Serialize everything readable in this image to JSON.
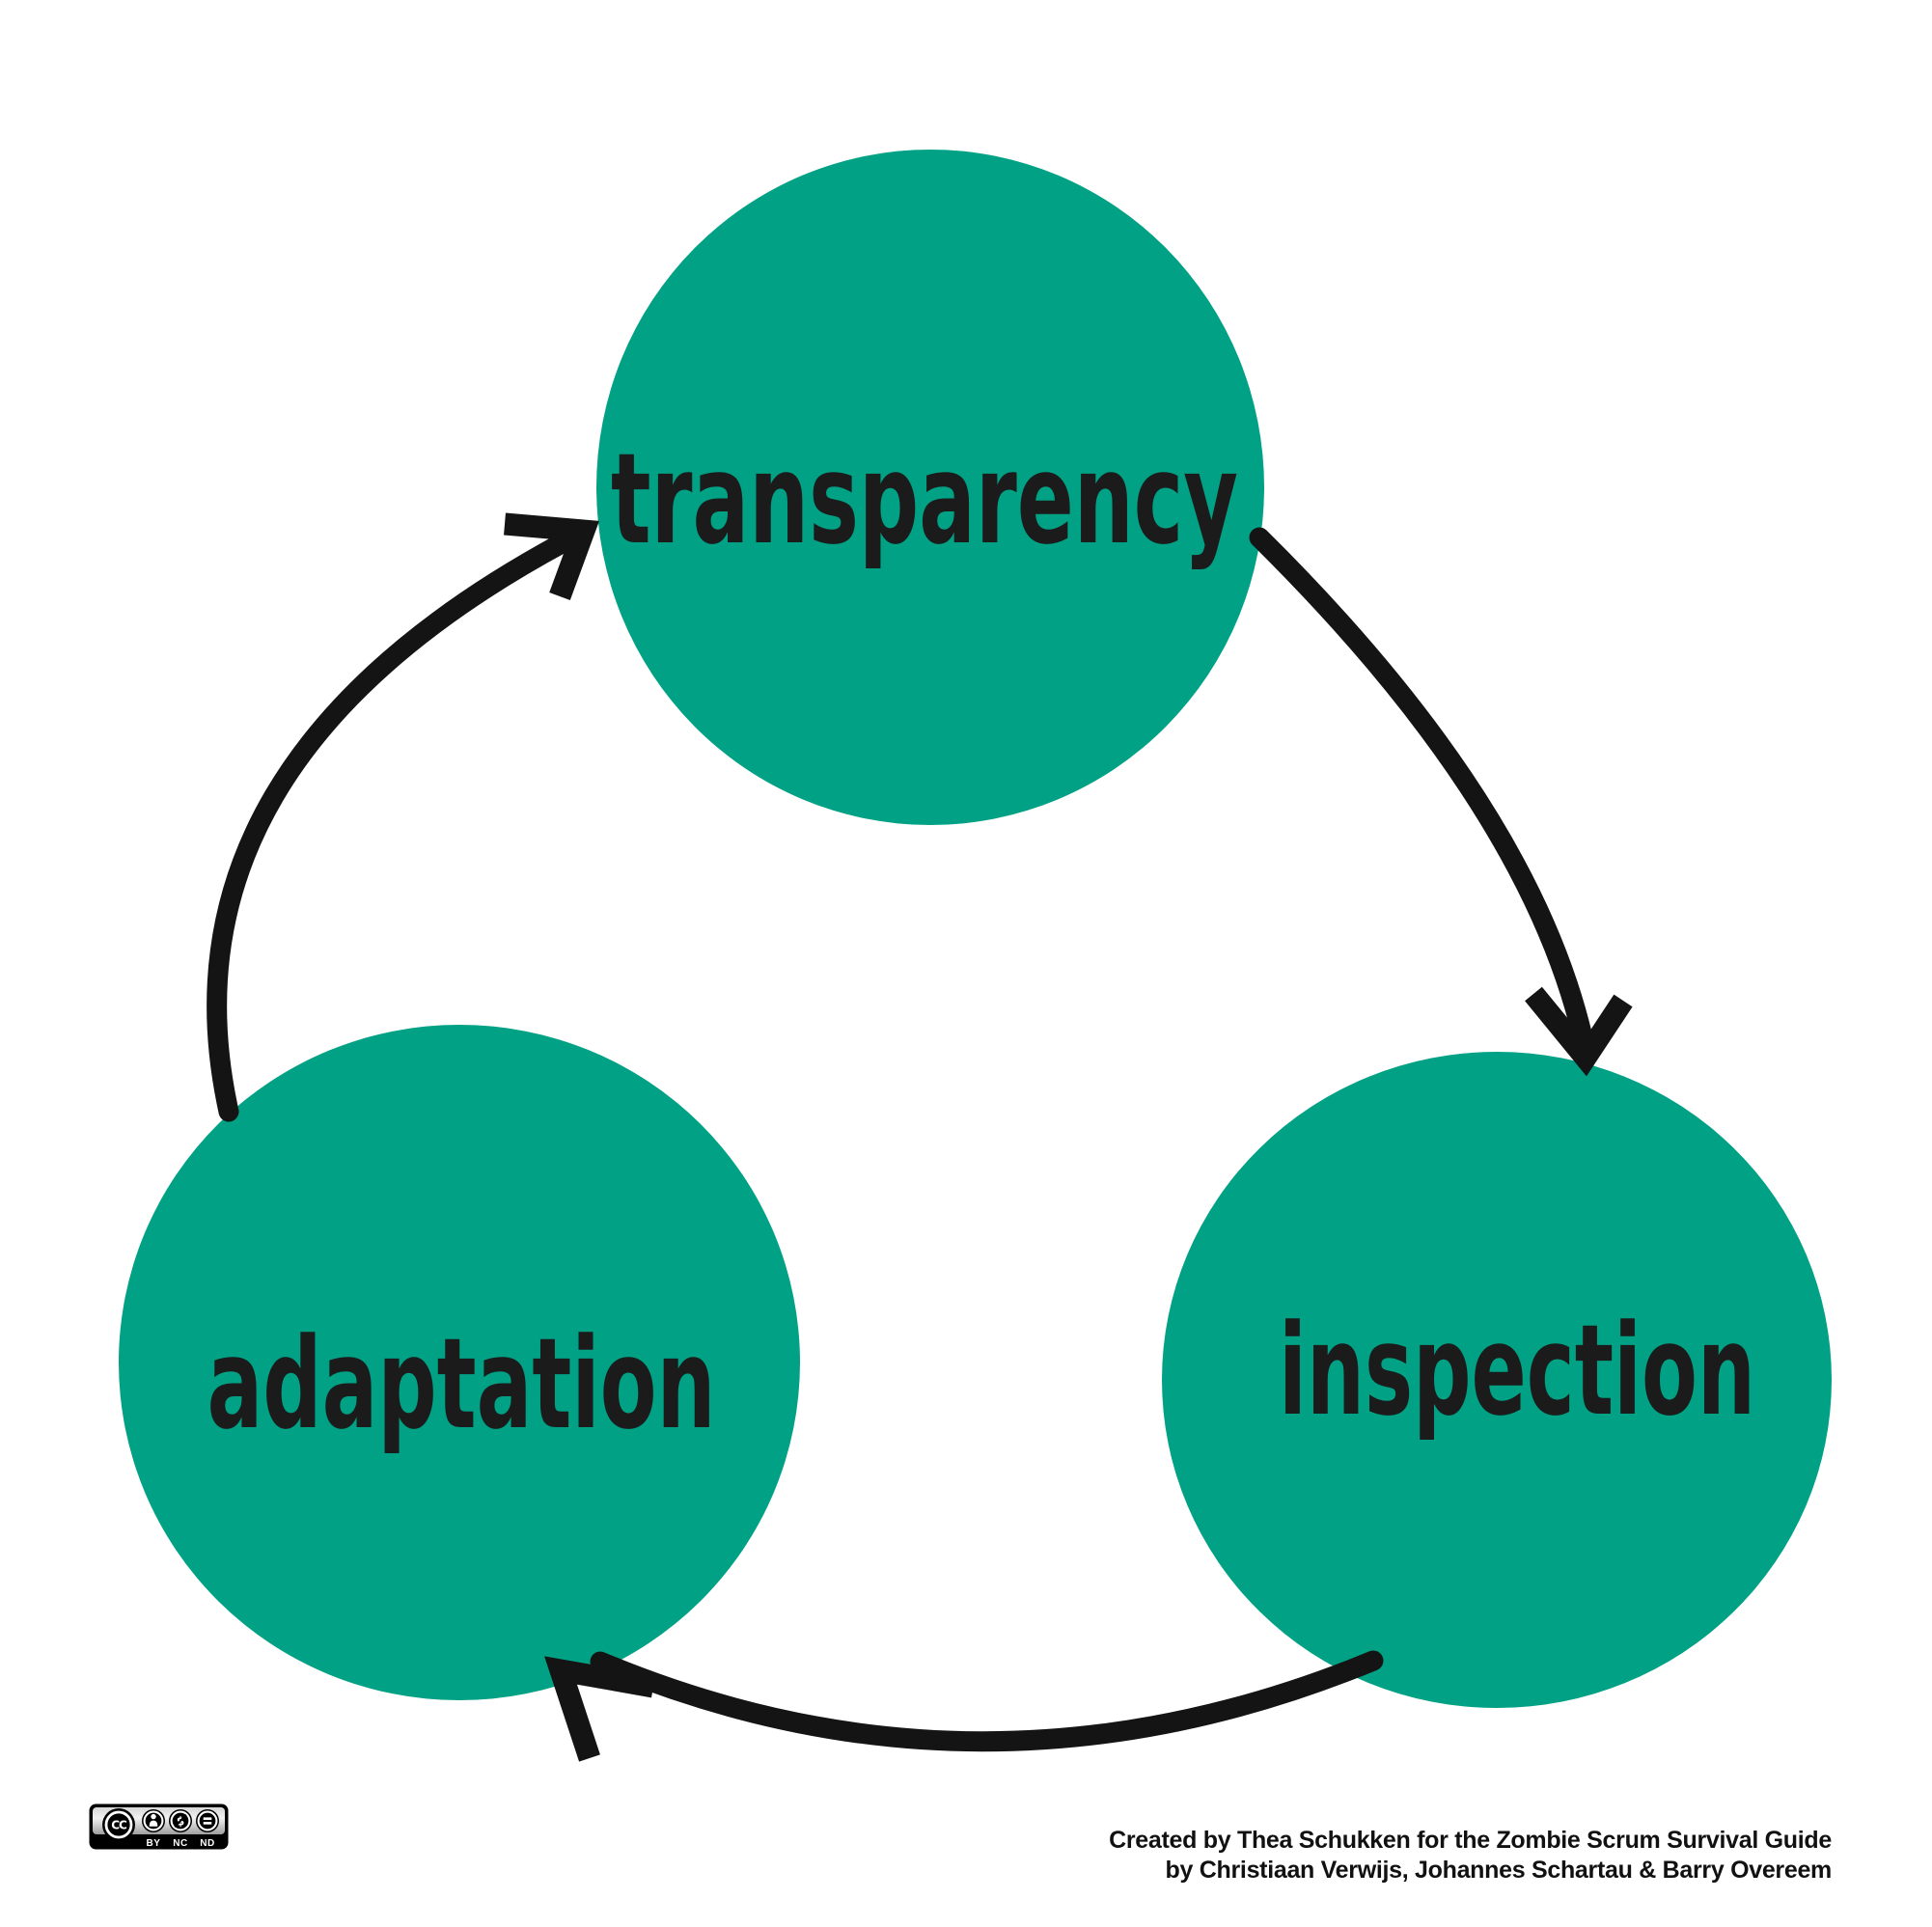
{
  "diagram": {
    "type": "cycle",
    "nodes": [
      {
        "id": "transparency",
        "label": "transparency"
      },
      {
        "id": "inspection",
        "label": "inspection"
      },
      {
        "id": "adaptation",
        "label": "adaptation"
      }
    ],
    "edges": [
      {
        "from": "adaptation",
        "to": "transparency"
      },
      {
        "from": "transparency",
        "to": "inspection"
      },
      {
        "from": "inspection",
        "to": "adaptation"
      }
    ],
    "colors": {
      "node_fill": "#00a184",
      "arrow": "#141414",
      "label": "#1b1b1b"
    }
  },
  "license_badge": {
    "type": "CC BY-NC-ND",
    "cc_text": "CC",
    "nc_symbol": "$",
    "nd_symbol": "=",
    "terms": [
      "BY",
      "NC",
      "ND"
    ]
  },
  "attribution": {
    "line1": "Created by Thea Schukken for the Zombie Scrum Survival Guide",
    "line2": "by Christiaan Verwijs, Johannes Schartau & Barry Overeem"
  }
}
